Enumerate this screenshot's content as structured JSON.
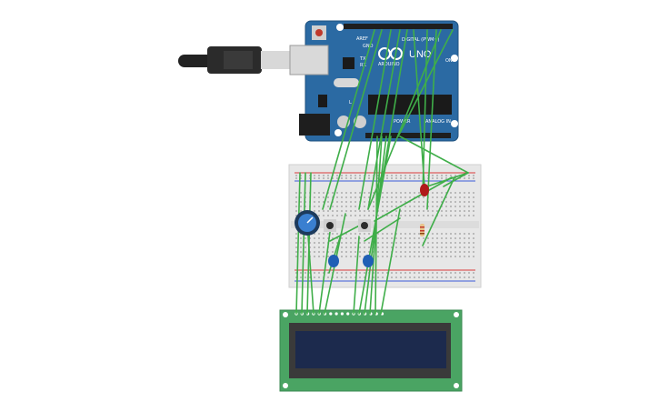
{
  "arduino": {
    "digital_label": "DIGITAL (PWM~)",
    "board_name": "UNO",
    "brand": "ARDUINO",
    "power_label": "POWER",
    "analog_label": "ANALOG IN",
    "aref_label": "AREF",
    "gnd_label": "GND",
    "tx_label": "TX",
    "rx_label": "RX",
    "on_label": "ON",
    "l_label": "L"
  },
  "colors": {
    "board": "#2b6aa3",
    "board_edge": "#1f527f",
    "wire": "#3fae49",
    "breadboard": "#e7e7e7",
    "rail_red": "#d93b3b",
    "rail_blue": "#3b5bd9",
    "lcd_pcb": "#4aa463",
    "lcd_screen": "#1c2a4d",
    "led": "#b01a1a",
    "pot": "#3a7fd0",
    "cap": "#1f5fb5"
  },
  "icons": {
    "usb": "usb-plug-icon",
    "reset": "reset-button-icon",
    "infinity": "arduino-infinity-icon"
  }
}
